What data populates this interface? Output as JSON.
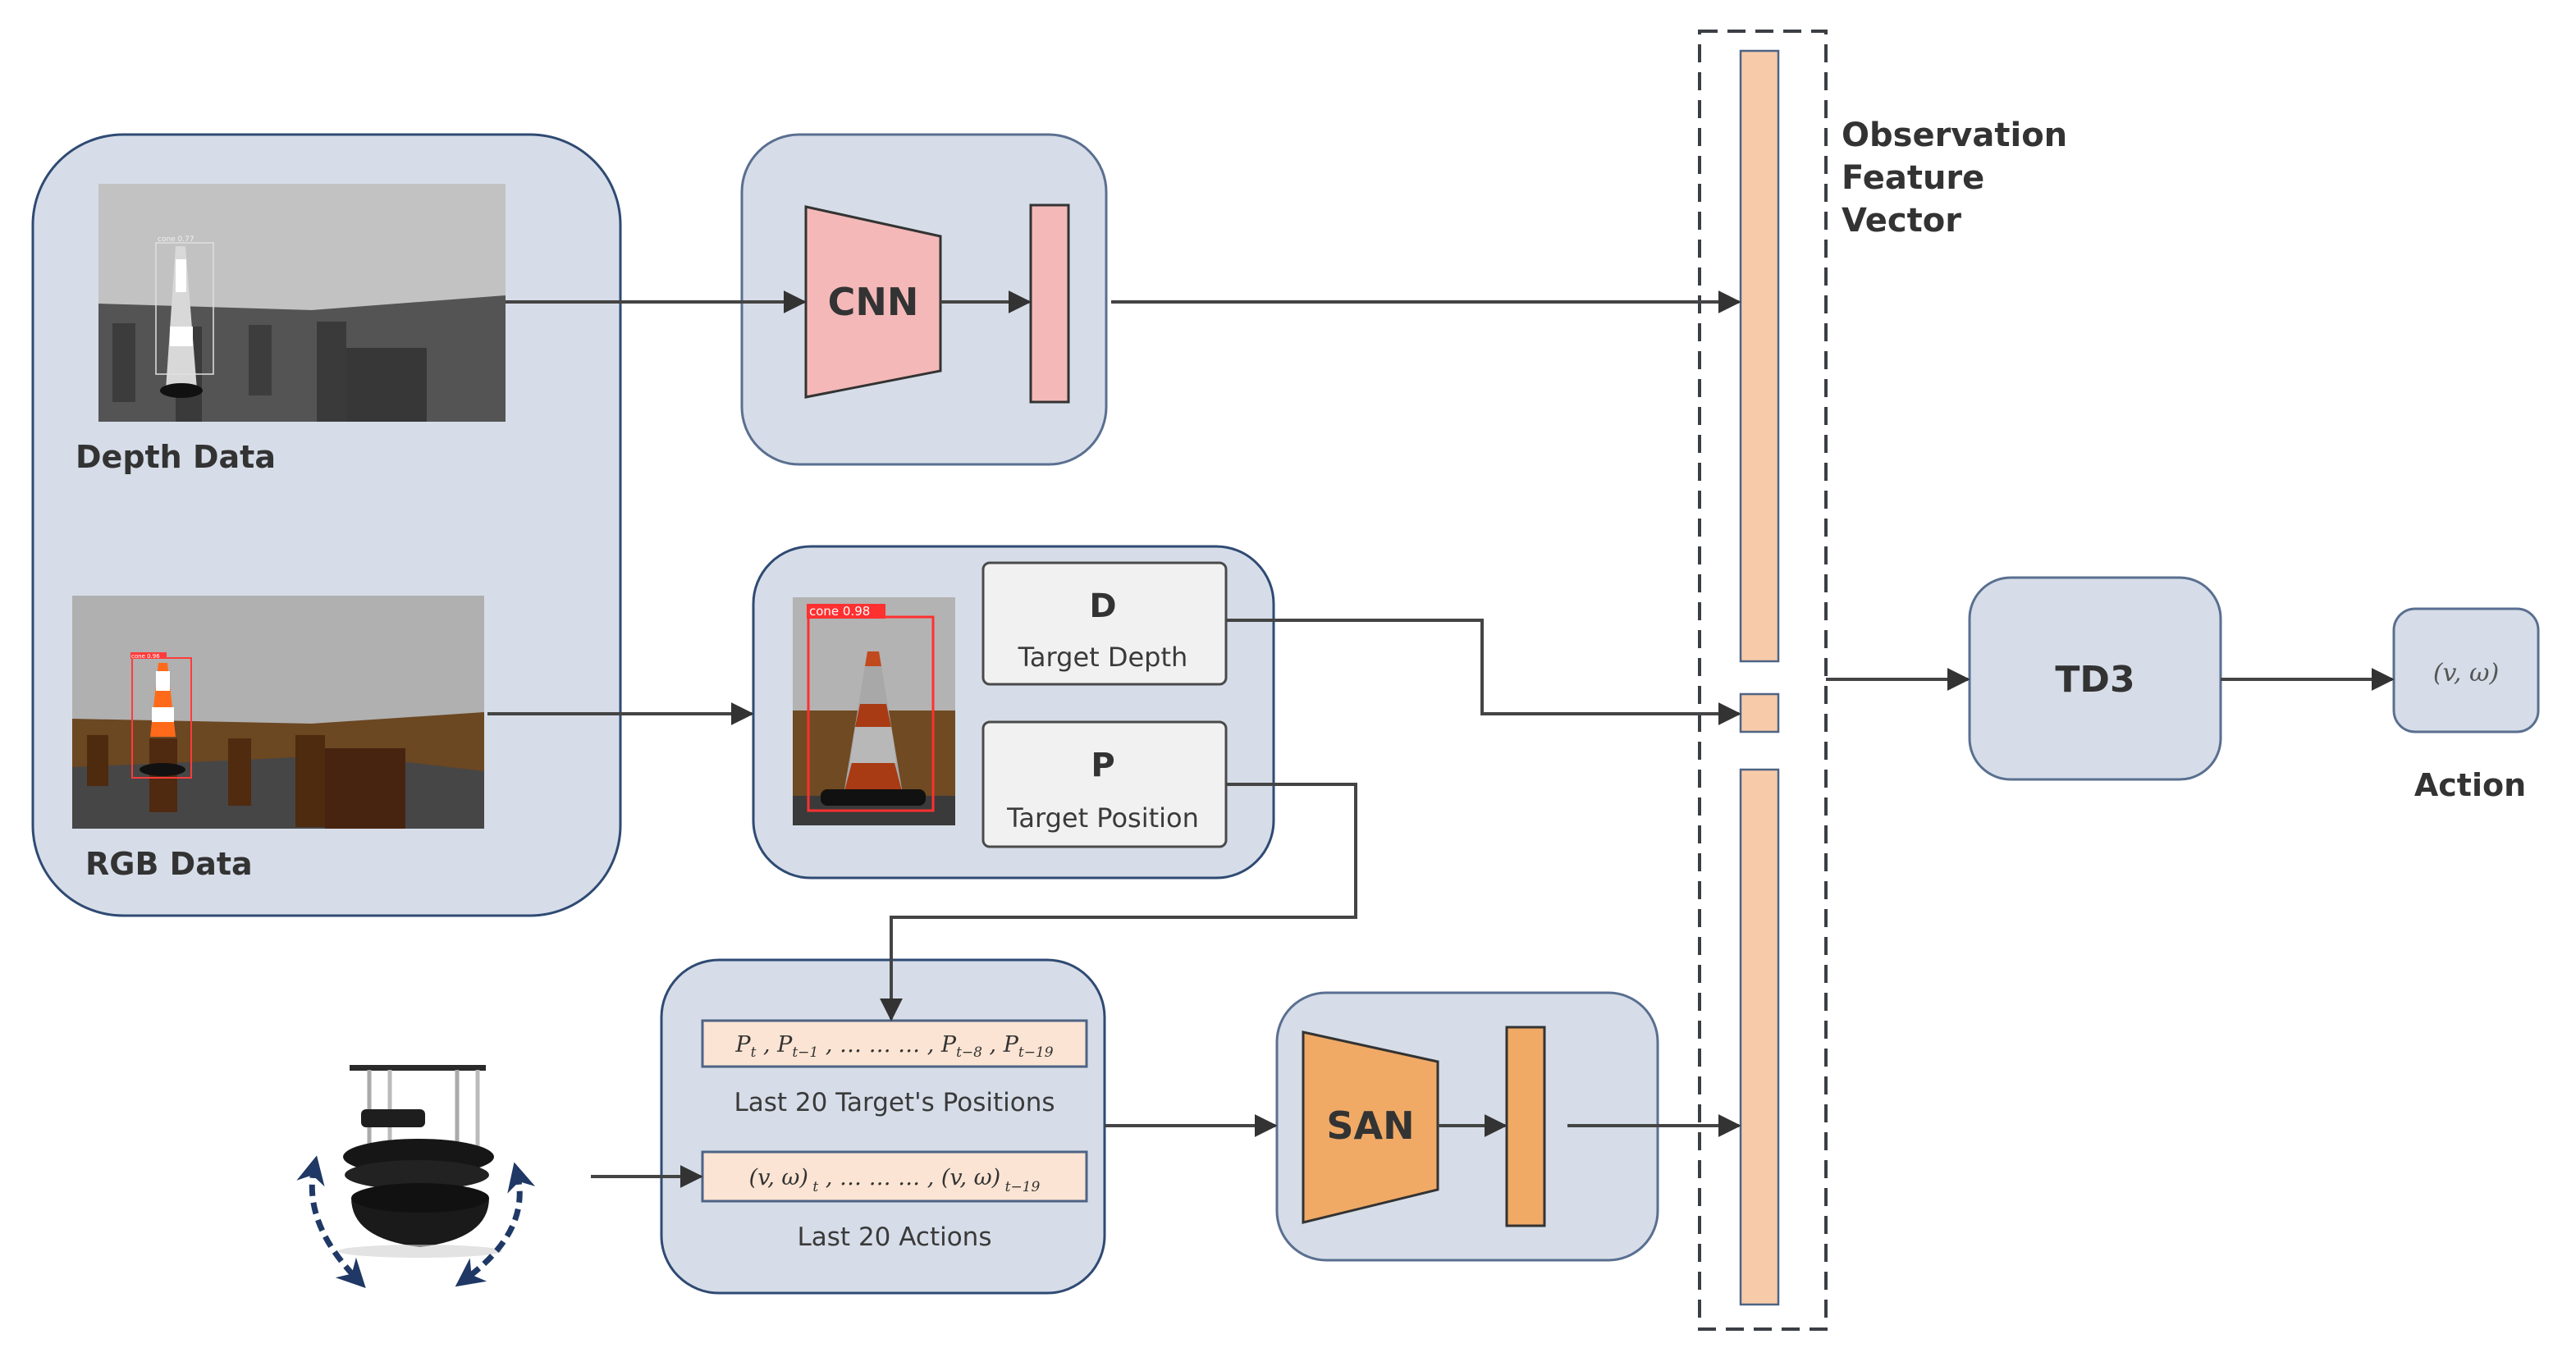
{
  "left_panel": {
    "depth_label": "Depth Data",
    "rgb_label": "RGB Data",
    "depth_detection_label": "cone 0.77",
    "rgb_detection_label": "cone 0.96"
  },
  "cnn_block": {
    "label": "CNN",
    "color": "#f4b8b8"
  },
  "detection_block": {
    "cone_detection_label": "cone  0.98",
    "depth_box": {
      "symbol": "D",
      "caption": "Target Depth"
    },
    "position_box": {
      "symbol": "P",
      "caption": "Target Position"
    }
  },
  "history_block": {
    "positions_sequence": {
      "items": [
        "P_t",
        "P_{t−1}",
        "……………",
        "P_{t−8}",
        "P_{t−19}"
      ],
      "caption": "Last 20 Target's Positions"
    },
    "actions_sequence": {
      "items": [
        "(v, ω)_t",
        "………",
        "(v, ω)_{t−19}"
      ],
      "caption": "Last 20 Actions"
    }
  },
  "robot": {
    "description": "TurtleBot mobile robot with rotation arrows"
  },
  "san_block": {
    "label": "SAN",
    "color": "#f0aa66"
  },
  "observation": {
    "title_lines": [
      "Observation",
      "Feature",
      "Vector"
    ],
    "color": "#f7cba9"
  },
  "td3_block": {
    "label": "TD3"
  },
  "action_block": {
    "value": "(v, ω)",
    "label": "Action"
  }
}
